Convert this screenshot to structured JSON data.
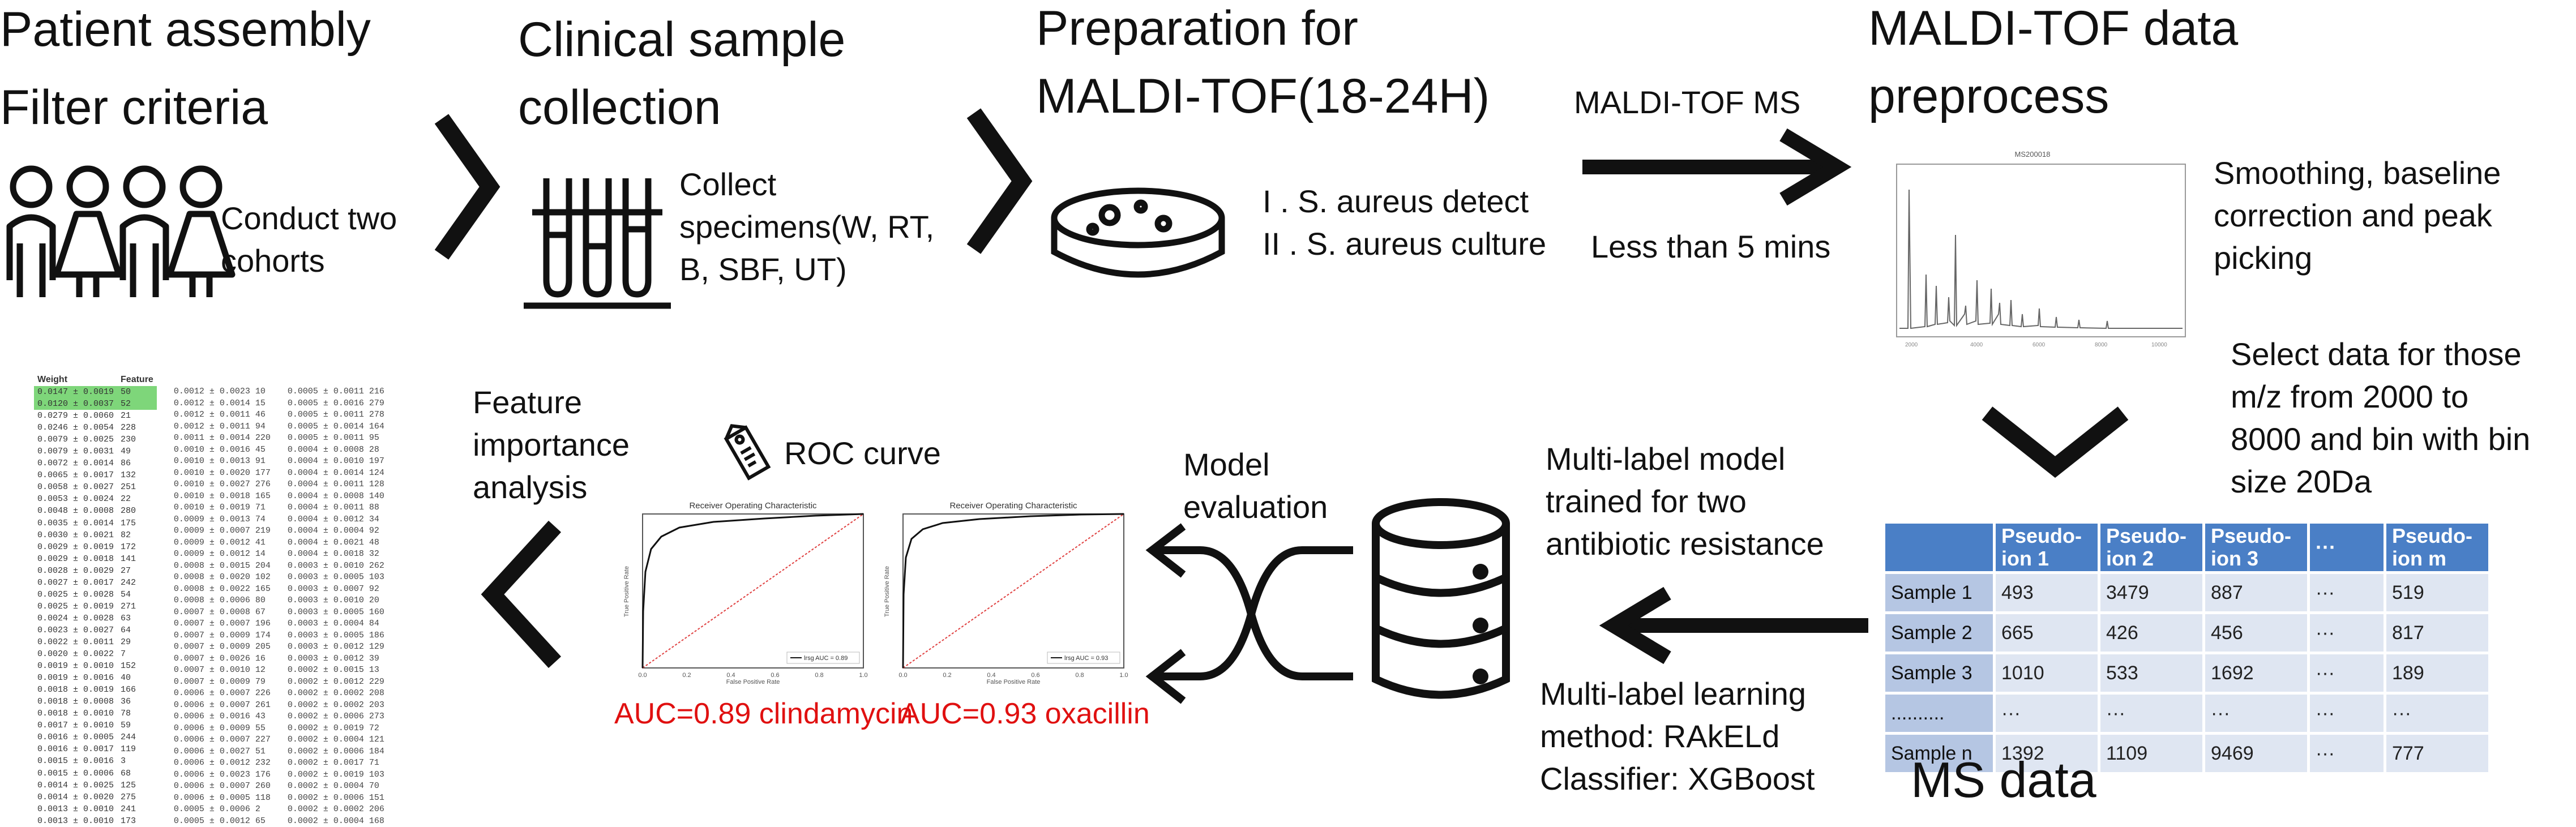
{
  "steps": {
    "patient": {
      "title_line1": "Patient assembly",
      "title_line2": "Filter criteria",
      "desc_line1": "Conduct two",
      "desc_line2": "cohorts"
    },
    "clinical": {
      "title_line1": "Clinical sample",
      "title_line2": "collection",
      "desc_line1": "Collect",
      "desc_line2": "specimens(W, RT,",
      "desc_line3": "B, SBF, UT)"
    },
    "prep": {
      "title_line1": "Preparation for",
      "title_line2": "MALDI-TOF(18-24H)",
      "item1": "I . S. aureus detect",
      "item2": "II . S. aureus culture"
    },
    "transfer": {
      "label_top": "MALDI-TOF MS",
      "label_bottom": "Less than 5 mins"
    },
    "preprocess": {
      "title_line1": "MALDI-TOF data",
      "title_line2": "preprocess",
      "desc_line1": "Smoothing, baseline",
      "desc_line2": "correction and peak",
      "desc_line3": "picking",
      "spectrum_title": "MS200018"
    },
    "select": {
      "line1": "Select data for those",
      "line2": "m/z from 2000 to",
      "line3": "8000 and bin with bin",
      "line4": "size 20Da"
    },
    "msdata": {
      "caption": "MS data",
      "headers": [
        "",
        "Pseudo-ion 1",
        "Pseudo-ion 2",
        "Pseudo-ion 3",
        "···",
        "Pseudo-ion m"
      ],
      "rows": [
        [
          "Sample 1",
          "493",
          "3479",
          "887",
          "···",
          "519"
        ],
        [
          "Sample 2",
          "665",
          "426",
          "456",
          "···",
          "817"
        ],
        [
          "Sample 3",
          "1010",
          "533",
          "1692",
          "···",
          "189"
        ],
        [
          "..........",
          "···",
          "···",
          "···",
          "···",
          "···"
        ],
        [
          "Sample n",
          "1392",
          "1109",
          "9469",
          "···",
          "777"
        ]
      ]
    },
    "model": {
      "title_line1": "Multi-label model",
      "title_line2": "trained for two",
      "title_line3": "antibiotic resistance",
      "method_line1": "Multi-label learning",
      "method_line2": "method: RAkELd",
      "method_line3": "Classifier: XGBoost"
    },
    "evaluation": {
      "line1": "Model",
      "line2": "evaluation"
    },
    "roc": {
      "label": "ROC curve",
      "plot_title": "Receiver Operating Characteristic",
      "xlabel": "False Positive Rate",
      "ylabel": "True Positive Rate",
      "auc1_text": "AUC=0.89 clindamycin",
      "auc2_text": "AUC=0.93 oxacillin",
      "legend1": "lrsg AUC = 0.89",
      "legend2": "lrsg AUC = 0.93",
      "ticks": [
        "0.0",
        "0.2",
        "0.4",
        "0.6",
        "0.8",
        "1.0"
      ]
    },
    "feature": {
      "line1": "Feature",
      "line2": "importance",
      "line3": "analysis"
    }
  },
  "feature_table": {
    "headers": [
      "Weight",
      "Feature"
    ],
    "rows": [
      [
        "0.0147 ± 0.0019",
        "50"
      ],
      [
        "0.0120 ± 0.0037",
        "52"
      ],
      [
        "0.0279 ± 0.0060",
        "21"
      ],
      [
        "0.0246 ± 0.0054",
        "228"
      ],
      [
        "0.0079 ± 0.0025",
        "230"
      ],
      [
        "0.0079 ± 0.0031",
        "49"
      ],
      [
        "0.0072 ± 0.0014",
        "86"
      ],
      [
        "0.0065 ± 0.0017",
        "132"
      ],
      [
        "0.0058 ± 0.0027",
        "251"
      ],
      [
        "0.0053 ± 0.0024",
        "22"
      ],
      [
        "0.0048 ± 0.0008",
        "280"
      ],
      [
        "0.0035 ± 0.0014",
        "175"
      ],
      [
        "0.0030 ± 0.0021",
        "82"
      ],
      [
        "0.0029 ± 0.0019",
        "172"
      ],
      [
        "0.0029 ± 0.0018",
        "141"
      ],
      [
        "0.0028 ± 0.0029",
        "27"
      ],
      [
        "0.0027 ± 0.0017",
        "242"
      ],
      [
        "0.0025 ± 0.0028",
        "54"
      ],
      [
        "0.0025 ± 0.0019",
        "271"
      ],
      [
        "0.0024 ± 0.0028",
        "63"
      ],
      [
        "0.0023 ± 0.0027",
        "64"
      ],
      [
        "0.0022 ± 0.0011",
        "29"
      ],
      [
        "0.0020 ± 0.0022",
        "7"
      ],
      [
        "0.0019 ± 0.0010",
        "152"
      ],
      [
        "0.0019 ± 0.0016",
        "40"
      ],
      [
        "0.0018 ± 0.0019",
        "166"
      ],
      [
        "0.0018 ± 0.0008",
        "36"
      ],
      [
        "0.0018 ± 0.0010",
        "78"
      ],
      [
        "0.0017 ± 0.0010",
        "59"
      ],
      [
        "0.0016 ± 0.0005",
        "244"
      ],
      [
        "0.0016 ± 0.0017",
        "119"
      ],
      [
        "0.0015 ± 0.0016",
        "3"
      ],
      [
        "0.0015 ± 0.0006",
        "68"
      ],
      [
        "0.0014 ± 0.0025",
        "125"
      ],
      [
        "0.0014 ± 0.0020",
        "275"
      ],
      [
        "0.0013 ± 0.0010",
        "241"
      ],
      [
        "0.0013 ± 0.0010",
        "173"
      ]
    ],
    "col2": [
      "0.0012 ± 0.0023  10",
      "0.0012 ± 0.0014  15",
      "0.0012 ± 0.0011  46",
      "0.0012 ± 0.0011  94",
      "0.0011 ± 0.0014  220",
      "0.0010 ± 0.0016  45",
      "0.0010 ± 0.0013  91",
      "0.0010 ± 0.0020  177",
      "0.0010 ± 0.0027  276",
      "0.0010 ± 0.0018  165",
      "0.0010 ± 0.0019  71",
      "0.0009 ± 0.0013  74",
      "0.0009 ± 0.0007  219",
      "0.0009 ± 0.0012  41",
      "0.0009 ± 0.0012  14",
      "0.0008 ± 0.0015  204",
      "0.0008 ± 0.0020  102",
      "0.0008 ± 0.0022  165",
      "0.0008 ± 0.0006  80",
      "0.0007 ± 0.0008  67",
      "0.0007 ± 0.0007  196",
      "0.0007 ± 0.0009  174",
      "0.0007 ± 0.0009  205",
      "0.0007 ± 0.0026  16",
      "0.0007 ± 0.0010  12",
      "0.0007 ± 0.0009  79",
      "0.0006 ± 0.0007  226",
      "0.0006 ± 0.0007  261",
      "0.0006 ± 0.0016  43",
      "0.0006 ± 0.0009  55",
      "0.0006 ± 0.0007  227",
      "0.0006 ± 0.0027  51",
      "0.0006 ± 0.0012  232",
      "0.0006 ± 0.0023  176",
      "0.0006 ± 0.0007  260",
      "0.0006 ± 0.0005  118",
      "0.0005 ± 0.0006  2",
      "0.0005 ± 0.0012  65"
    ],
    "col3": [
      "0.0005 ± 0.0011  216",
      "0.0005 ± 0.0016  279",
      "0.0005 ± 0.0011  278",
      "0.0005 ± 0.0014  164",
      "0.0005 ± 0.0011  95",
      "0.0004 ± 0.0008  28",
      "0.0004 ± 0.0010  197",
      "0.0004 ± 0.0014  124",
      "0.0004 ± 0.0011  128",
      "0.0004 ± 0.0008  140",
      "0.0004 ± 0.0011  88",
      "0.0004 ± 0.0012  34",
      "0.0004 ± 0.0004  92",
      "0.0004 ± 0.0021  48",
      "0.0004 ± 0.0018  32",
      "0.0003 ± 0.0010  262",
      "0.0003 ± 0.0005  103",
      "0.0003 ± 0.0007  92",
      "0.0003 ± 0.0010  20",
      "0.0003 ± 0.0005  160",
      "0.0003 ± 0.0004  84",
      "0.0003 ± 0.0005  186",
      "0.0003 ± 0.0012  129",
      "0.0003 ± 0.0012  39",
      "0.0002 ± 0.0015  13",
      "0.0002 ± 0.0012  229",
      "0.0002 ± 0.0002  208",
      "0.0002 ± 0.0002  203",
      "0.0002 ± 0.0006  273",
      "0.0002 ± 0.0019  72",
      "0.0002 ± 0.0004  121",
      "0.0002 ± 0.0006  184",
      "0.0002 ± 0.0017  71",
      "0.0002 ± 0.0019  103",
      "0.0002 ± 0.0004  70",
      "0.0002 ± 0.0006  151",
      "0.0002 ± 0.0002  206",
      "0.0002 ± 0.0004  168"
    ]
  },
  "colors": {
    "accent_red": "#e01010",
    "table_header": "#4a7fc6",
    "table_row_label": "#b5c6e3",
    "table_cell": "#dfe6f2",
    "highlight_green": "#7ed67a"
  }
}
